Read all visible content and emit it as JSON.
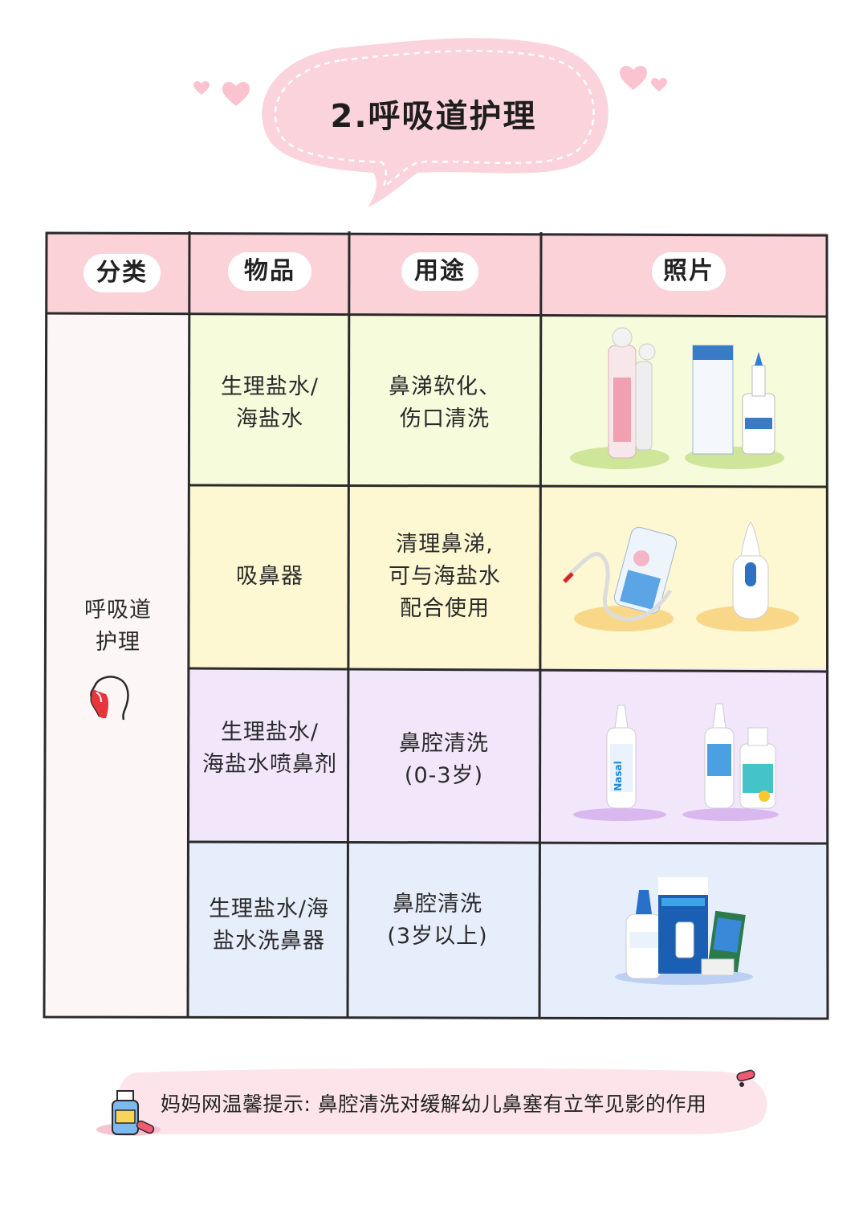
{
  "title": "2.呼吸道护理",
  "table": {
    "headers": [
      "分类",
      "物品",
      "用途",
      "照片"
    ],
    "category": {
      "lines": [
        "呼吸道",
        "护理"
      ],
      "icon": "throat-profile-icon"
    },
    "rows": [
      {
        "item_lines": [
          "生理盐水/",
          "海盐水"
        ],
        "use_lines": [
          "鼻涕软化、",
          "伤口清洗"
        ],
        "bg": "#f6fbdc"
      },
      {
        "item_lines": [
          "吸鼻器"
        ],
        "use_lines": [
          "清理鼻涕,",
          "可与海盐水",
          "配合使用"
        ],
        "bg": "#fdf7d2"
      },
      {
        "item_lines": [
          "生理盐水/",
          "海盐水喷鼻剂"
        ],
        "use_lines": [
          "鼻腔清洗",
          "(0-3岁)"
        ],
        "bg": "#f2e6fb"
      },
      {
        "item_lines": [
          "生理盐水/海",
          "盐水洗鼻器"
        ],
        "use_lines": [
          "鼻腔清洗",
          "(3岁以上)"
        ],
        "bg": "#e6eefb"
      }
    ]
  },
  "tip": {
    "text": "妈妈网温馨提示: 鼻腔清洗对缓解幼儿鼻塞有立竿见影的作用",
    "icon": "medicine-bottle-icon"
  },
  "colors": {
    "header_bg": "#fbd2d8",
    "category_bg": "#fdf6f6",
    "border": "#2a2a2a",
    "bubble": "#fbd3dc",
    "tip_bg": "#fde4ea"
  }
}
